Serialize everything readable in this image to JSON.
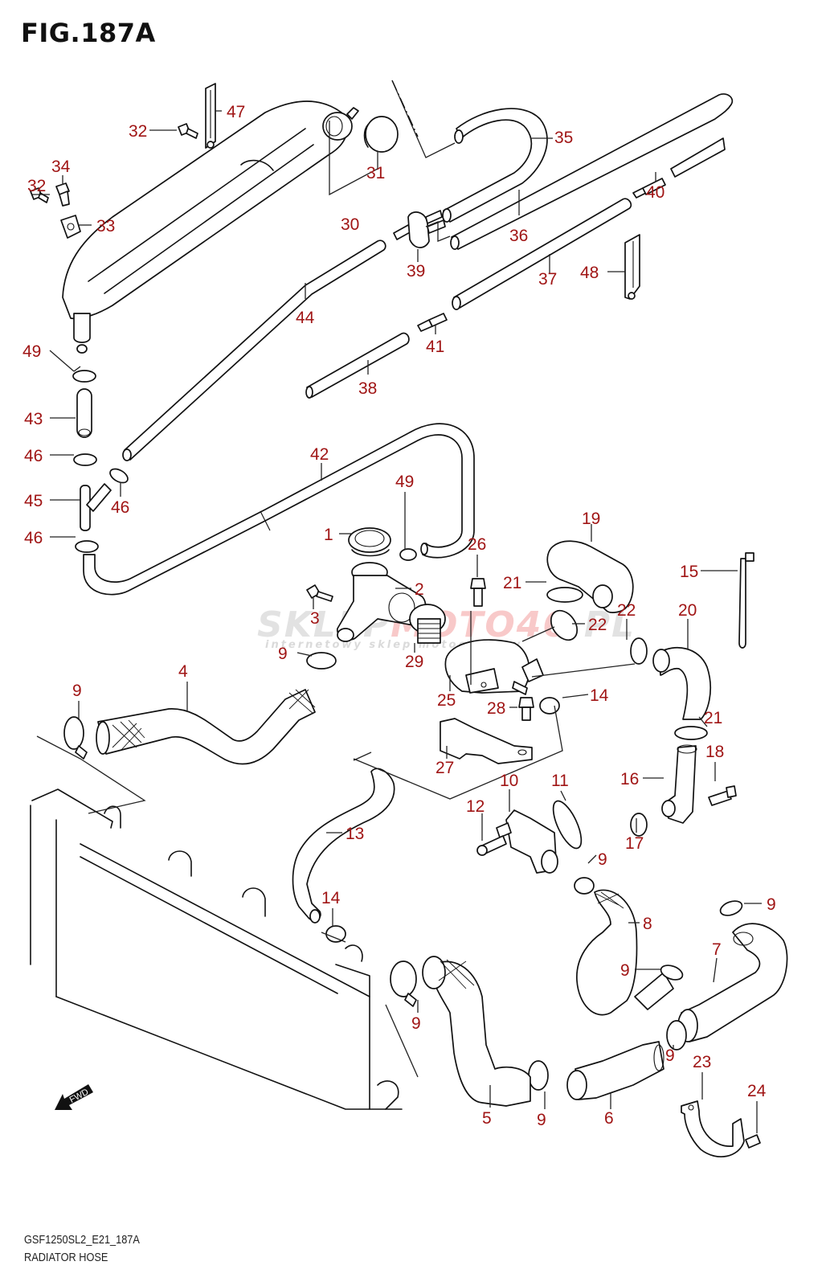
{
  "figure": {
    "title": "FIG.187A",
    "model_code": "GSF1250SL2_E21_187A",
    "section_name": "RADIATOR HOSE"
  },
  "watermark": {
    "brand_a": "SKLEP",
    "brand_b": "MOTO",
    "brand_c": "46",
    "brand_d": ".PL",
    "tagline": "internetowy sklep motocyklowy"
  },
  "direction_marker": {
    "label": "FWD",
    "icon": "arrow-left-icon"
  },
  "colors": {
    "callout": "#a01515",
    "line": "#111111",
    "background": "#ffffff"
  },
  "callouts": [
    {
      "id": "c1",
      "number": "1"
    },
    {
      "id": "c2",
      "number": "2"
    },
    {
      "id": "c3",
      "number": "3"
    },
    {
      "id": "c4",
      "number": "4"
    },
    {
      "id": "c5",
      "number": "5"
    },
    {
      "id": "c6",
      "number": "6"
    },
    {
      "id": "c7",
      "number": "7"
    },
    {
      "id": "c8",
      "number": "8"
    },
    {
      "id": "c9a",
      "number": "9"
    },
    {
      "id": "c9b",
      "number": "9"
    },
    {
      "id": "c9c",
      "number": "9"
    },
    {
      "id": "c9d",
      "number": "9"
    },
    {
      "id": "c9e",
      "number": "9"
    },
    {
      "id": "c9f",
      "number": "9"
    },
    {
      "id": "c9g",
      "number": "9"
    },
    {
      "id": "c9h",
      "number": "9"
    },
    {
      "id": "c10",
      "number": "10"
    },
    {
      "id": "c11",
      "number": "11"
    },
    {
      "id": "c12",
      "number": "12"
    },
    {
      "id": "c13",
      "number": "13"
    },
    {
      "id": "c14a",
      "number": "14"
    },
    {
      "id": "c14b",
      "number": "14"
    },
    {
      "id": "c15",
      "number": "15"
    },
    {
      "id": "c16",
      "number": "16"
    },
    {
      "id": "c17",
      "number": "17"
    },
    {
      "id": "c18",
      "number": "18"
    },
    {
      "id": "c19",
      "number": "19"
    },
    {
      "id": "c20",
      "number": "20"
    },
    {
      "id": "c21a",
      "number": "21"
    },
    {
      "id": "c21b",
      "number": "21"
    },
    {
      "id": "c22a",
      "number": "22"
    },
    {
      "id": "c22b",
      "number": "22"
    },
    {
      "id": "c23",
      "number": "23"
    },
    {
      "id": "c24",
      "number": "24"
    },
    {
      "id": "c25",
      "number": "25"
    },
    {
      "id": "c26",
      "number": "26"
    },
    {
      "id": "c27",
      "number": "27"
    },
    {
      "id": "c28",
      "number": "28"
    },
    {
      "id": "c29",
      "number": "29"
    },
    {
      "id": "c30",
      "number": "30"
    },
    {
      "id": "c31",
      "number": "31"
    },
    {
      "id": "c32a",
      "number": "32"
    },
    {
      "id": "c32b",
      "number": "32"
    },
    {
      "id": "c33",
      "number": "33"
    },
    {
      "id": "c34",
      "number": "34"
    },
    {
      "id": "c35",
      "number": "35"
    },
    {
      "id": "c36",
      "number": "36"
    },
    {
      "id": "c37",
      "number": "37"
    },
    {
      "id": "c38",
      "number": "38"
    },
    {
      "id": "c39",
      "number": "39"
    },
    {
      "id": "c40",
      "number": "40"
    },
    {
      "id": "c41",
      "number": "41"
    },
    {
      "id": "c42",
      "number": "42"
    },
    {
      "id": "c43",
      "number": "43"
    },
    {
      "id": "c44",
      "number": "44"
    },
    {
      "id": "c45",
      "number": "45"
    },
    {
      "id": "c46a",
      "number": "46"
    },
    {
      "id": "c46b",
      "number": "46"
    },
    {
      "id": "c46c",
      "number": "46"
    },
    {
      "id": "c47",
      "number": "47"
    },
    {
      "id": "c48",
      "number": "48"
    },
    {
      "id": "c49a",
      "number": "49"
    },
    {
      "id": "c49b",
      "number": "49"
    }
  ]
}
